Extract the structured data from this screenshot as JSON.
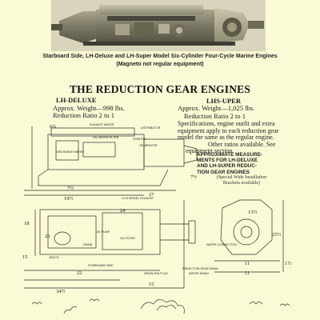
{
  "caption": {
    "line1": "Starboard Side, LH-Deluxe and LH-Super Model Six-Cylinder Four-Cycle Marine Engines",
    "line2": "(Magneto not regular equipment)"
  },
  "title": "THE REDUCTION GEAR ENGINES",
  "lh_deluxe": {
    "model": "LH-DELUXE",
    "weight": "Approx. Weight—998 lbs.",
    "ratio": "Reduction Ratio 2 to 1"
  },
  "lhs_uper": {
    "model": "LHS-UPER",
    "weight": "Approx. Weight—1,025 lbs.",
    "ratio": "Reduction Ratio 2 to 1"
  },
  "spec_notes": [
    "Specifications, engine outfit and extra",
    "equipment apply to each reduction gear",
    "model the same as the regular engine.",
    "Other ratios available. See",
    "equipment section."
  ],
  "approx_measure": [
    "APPROXIMATE MEASURE-",
    "MENTS FOR LH-DELUXE",
    "AND LH-SUPER REDUC-",
    "TION GEAR ENGINES"
  ],
  "special_note": [
    "(Special Wide Installation",
    "Brackets available)"
  ],
  "diagram": {
    "labels": {
      "exhaust_water": "EXHAUST WATER",
      "oil_water_filter": "OIL WATER FILTER",
      "distributor": "DISTRIBUTOR",
      "starter": "STARTER",
      "generator": "GENERATOR",
      "discharge_water": "DISCHARGE WATER",
      "rh_model_exhaust": "LH-H MODEL EXHAUST",
      "lh_model_exhaust": "LH-H MODEL EXHAUST",
      "oil_pump": "OIL PUMP",
      "oil_filter": "OIL FILTER",
      "drain": "DRAIN",
      "water_connection": "WATER CONNECTION",
      "bolts": "BOLTS",
      "starboard_side": "STARBOARD SIDE",
      "water_drain": "WATER DRAIN",
      "drain_pan_plug": "DRAIN PAN PLUG",
      "reduction_gear_drain": "REDUCTION GEAR DRAIN"
    },
    "dims": {
      "d1": "6¾",
      "d2": "7½",
      "d3": "7½",
      "d4": "19½",
      "d5": "27",
      "d6": "18",
      "d7": "20",
      "d8": "34½",
      "d9": "15",
      "d10": "22",
      "d11": "24",
      "d12": "13½",
      "d13": "25½",
      "d14": "11",
      "d15": "11",
      "d16": "1½",
      "d17": "15"
    }
  }
}
